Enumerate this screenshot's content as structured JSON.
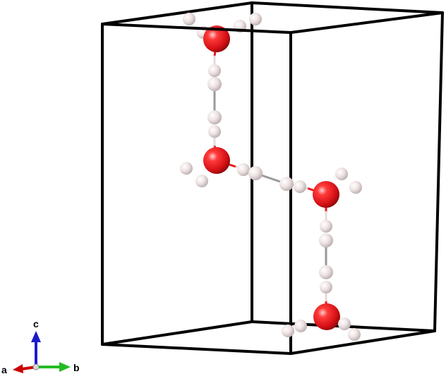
{
  "colors": {
    "background": "#ffffff",
    "cell_edges": "#000000",
    "oxygen": "#e8171c",
    "hydrogen": "#f2e6e6",
    "bond": "#9a9a9a",
    "axis_a": "#cc0000",
    "axis_b": "#22bb22",
    "axis_c": "#1a1acc"
  },
  "axes": {
    "a": "a",
    "b": "b",
    "c": "c"
  },
  "elements": {
    "oxygen": "O",
    "hydrogen": "H"
  },
  "molecules_count": 4
}
